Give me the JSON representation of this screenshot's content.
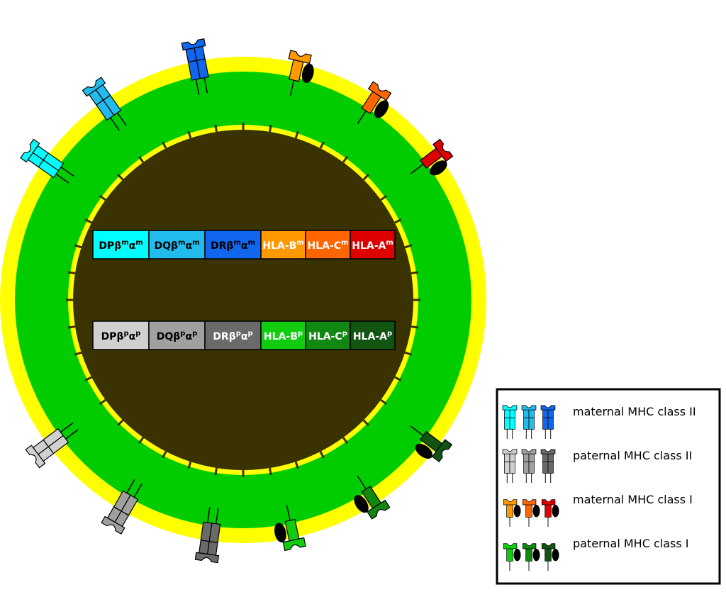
{
  "colors": {
    "membrane": "#ffff00",
    "cytoplasm": "#00cc00",
    "nucleus": "#3a3200",
    "ink": "#000000",
    "maternal_class_II": [
      "#00ffff",
      "#22bbee",
      "#1166ee"
    ],
    "paternal_class_II": [
      "#d0d0d0",
      "#a0a0a0",
      "#6a6a6a"
    ],
    "maternal_class_I": [
      "#ff9900",
      "#ff6600",
      "#dd0000"
    ],
    "paternal_class_I": [
      "#11cc11",
      "#118811",
      "#115511"
    ]
  },
  "chromosomes": [
    {
      "name": "maternal",
      "genes": [
        {
          "label": "DPβ",
          "sup1": "m",
          "alpha": "α",
          "sup2": "m",
          "color": "#00ffff",
          "text_color": "#000000"
        },
        {
          "label": "DQβ",
          "sup1": "m",
          "alpha": "α",
          "sup2": "m",
          "color": "#22bbee",
          "text_color": "#000000"
        },
        {
          "label": "DRβ",
          "sup1": "m",
          "alpha": "α",
          "sup2": "m",
          "color": "#1166ee",
          "text_color": "#000000"
        },
        {
          "label": "HLA-B",
          "sup1": "m",
          "alpha": "",
          "sup2": "",
          "color": "#ff9900",
          "text_color": "#ffffff"
        },
        {
          "label": "HLA-C",
          "sup1": "m",
          "alpha": "",
          "sup2": "",
          "color": "#ff6600",
          "text_color": "#ffffff"
        },
        {
          "label": "HLA-A",
          "sup1": "m",
          "alpha": "",
          "sup2": "",
          "color": "#dd0000",
          "text_color": "#ffffff"
        }
      ]
    },
    {
      "name": "paternal",
      "genes": [
        {
          "label": "DPβ",
          "sup1": "p",
          "alpha": "α",
          "sup2": "p",
          "color": "#d0d0d0",
          "text_color": "#000000"
        },
        {
          "label": "DQβ",
          "sup1": "p",
          "alpha": "α",
          "sup2": "p",
          "color": "#a0a0a0",
          "text_color": "#000000"
        },
        {
          "label": "DRβ",
          "sup1": "p",
          "alpha": "α",
          "sup2": "p",
          "color": "#6a6a6a",
          "text_color": "#ffffff"
        },
        {
          "label": "HLA-B",
          "sup1": "p",
          "alpha": "",
          "sup2": "",
          "color": "#11cc11",
          "text_color": "#ffffff"
        },
        {
          "label": "HLA-C",
          "sup1": "p",
          "alpha": "",
          "sup2": "",
          "color": "#118811",
          "text_color": "#ffffff"
        },
        {
          "label": "HLA-A",
          "sup1": "p",
          "alpha": "",
          "sup2": "",
          "color": "#115511",
          "text_color": "#ffffff"
        }
      ]
    }
  ],
  "legend": {
    "items": [
      {
        "label": "maternal MHC class II",
        "kind": "II",
        "colors": [
          "#00ffff",
          "#22bbee",
          "#1166ee"
        ]
      },
      {
        "label": "paternal MHC class II",
        "kind": "II",
        "colors": [
          "#d0d0d0",
          "#a0a0a0",
          "#6a6a6a"
        ]
      },
      {
        "label": "maternal MHC class I",
        "kind": "I",
        "colors": [
          "#ff9900",
          "#ff6600",
          "#dd0000"
        ]
      },
      {
        "label": "paternal MHC class I",
        "kind": "I",
        "colors": [
          "#11cc11",
          "#118811",
          "#115511"
        ]
      }
    ]
  },
  "surface_molecules": [
    {
      "kind": "II",
      "color": "#00ffff",
      "angle_deg": -55
    },
    {
      "kind": "II",
      "color": "#22bbee",
      "angle_deg": -35
    },
    {
      "kind": "II",
      "color": "#1166ee",
      "angle_deg": -11
    },
    {
      "kind": "I",
      "color": "#ff9900",
      "angle_deg": 13
    },
    {
      "kind": "I",
      "color": "#ff6600",
      "angle_deg": 33
    },
    {
      "kind": "I",
      "color": "#dd0000",
      "angle_deg": 53
    },
    {
      "kind": "II",
      "color": "#d0d0d0",
      "angle_deg": -127
    },
    {
      "kind": "II",
      "color": "#a0a0a0",
      "angle_deg": -150
    },
    {
      "kind": "II",
      "color": "#6a6a6a",
      "angle_deg": -172
    },
    {
      "kind": "I",
      "color": "#11cc11",
      "angle_deg": 168
    },
    {
      "kind": "I",
      "color": "#118811",
      "angle_deg": 147
    },
    {
      "kind": "I",
      "color": "#115511",
      "angle_deg": 127
    }
  ]
}
